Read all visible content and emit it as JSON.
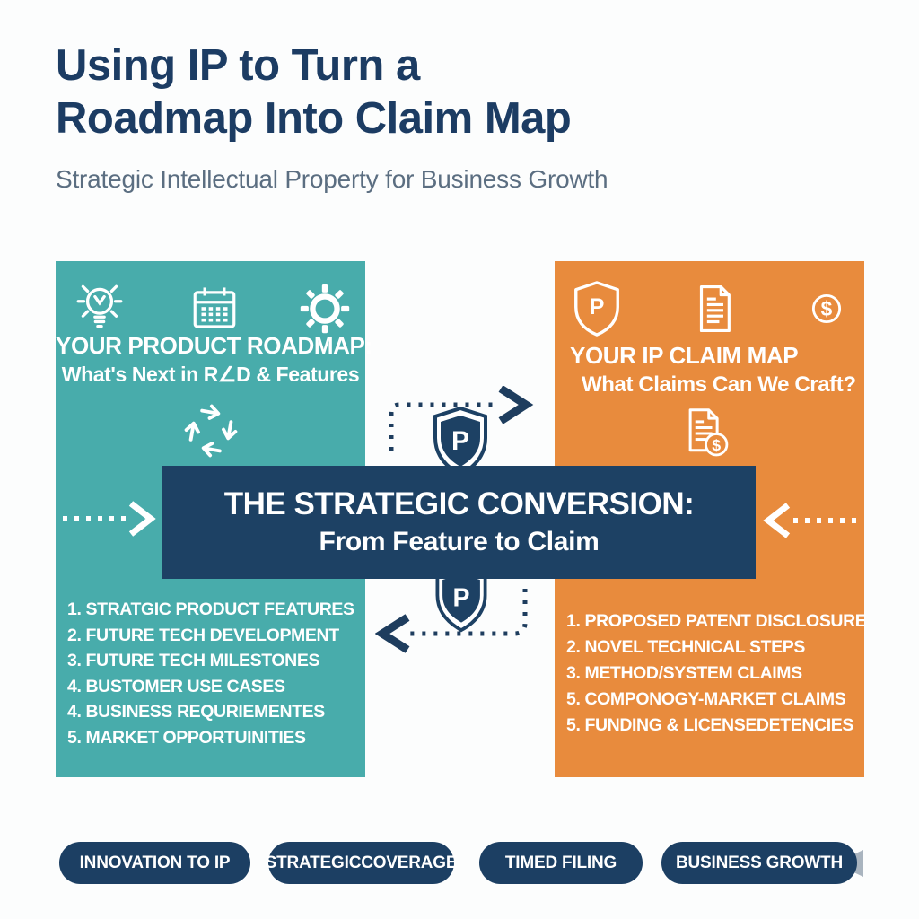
{
  "colors": {
    "teal": "#48acab",
    "orange": "#e88b3d",
    "navy": "#1d4164",
    "title_navy": "#1c3c63",
    "subtitle_gray": "#5b6e81",
    "pill_navy": "#1c3f63",
    "arrow_navy": "#1e3d5e",
    "chevron_gray": "#a9b4bf"
  },
  "header": {
    "title_line1": "Using IP to Turn a",
    "title_line2": "Roadmap Into Claim Map",
    "subtitle": "Strategic Intellectual Property for Business Growth"
  },
  "left_panel": {
    "icons": [
      "lightbulb-icon",
      "calendar-icon",
      "gear-icon",
      "cycle-arrows-icon"
    ],
    "heading_line1": "YOUR PRODUCT ROADMAP:",
    "heading_line2": "What's Next in R∠D & Features",
    "items": [
      "1. STRATGIC PRODUCT FEATURES",
      "2. FUTURE TECH DEVELOPMENT",
      "3. FUTURE TECH MILESTONES",
      "4. BUSTOMER USE CASES",
      "4. BUSINESS REQURIEMENTES",
      "5. MARKET OPPORTUINITIES"
    ]
  },
  "right_panel": {
    "icons": [
      "shield-p-icon",
      "document-icon",
      "dollar-circle-icon",
      "document-dollar-icon"
    ],
    "heading_line1": "YOUR IP CLAIM MAP",
    "heading_line2": "What Claims Can We Craft?",
    "items": [
      "1. PROPOSED PATENT DISCLOSURE",
      "2. NOVEL TECHNICAL STEPS",
      "3. METHOD/SYSTEM CLAIMS",
      "5. COMPONOGY-MARKET CLAIMS",
      "5. FUNDING & LICENSEDETENCIES"
    ]
  },
  "center": {
    "banner_line1": "THE STRATEGIC CONVERSION:",
    "banner_line2": "From Feature to Claim",
    "shield_letter": "P",
    "dollar_glyph": "$"
  },
  "footer": {
    "pills": [
      "INNOVATION TO IP",
      "STRATEGICCOVERAGE",
      "TIMED FILING",
      "BUSINESS GROWTH"
    ]
  }
}
